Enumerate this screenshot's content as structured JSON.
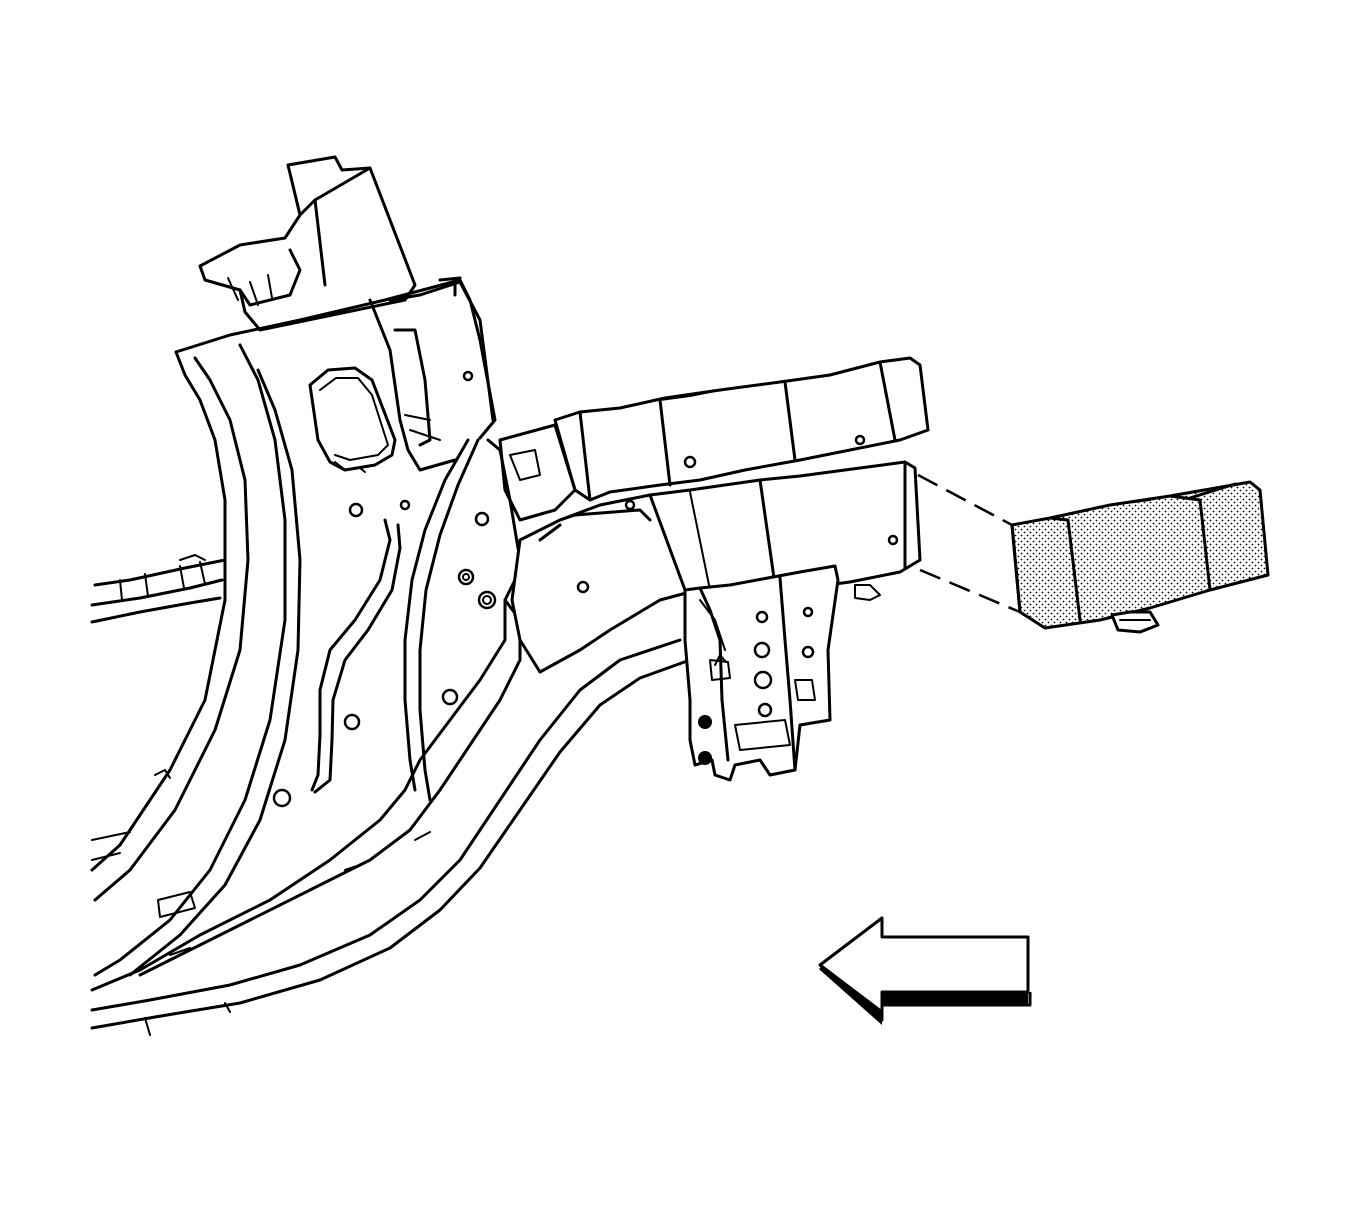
{
  "colors": {
    "line": "#000000",
    "background": "#ffffff",
    "highlight_stipple": "#000000"
  },
  "callouts": [],
  "components": [
    {
      "name": "body-side-structure",
      "highlighted": false
    },
    {
      "name": "rear-rail-upper",
      "highlighted": false
    },
    {
      "name": "rear-rail-extension",
      "highlighted": false
    },
    {
      "name": "rail-end-cap",
      "highlighted": true
    },
    {
      "name": "mounting-bracket",
      "highlighted": false
    },
    {
      "name": "direction-arrow",
      "highlighted": false
    }
  ]
}
